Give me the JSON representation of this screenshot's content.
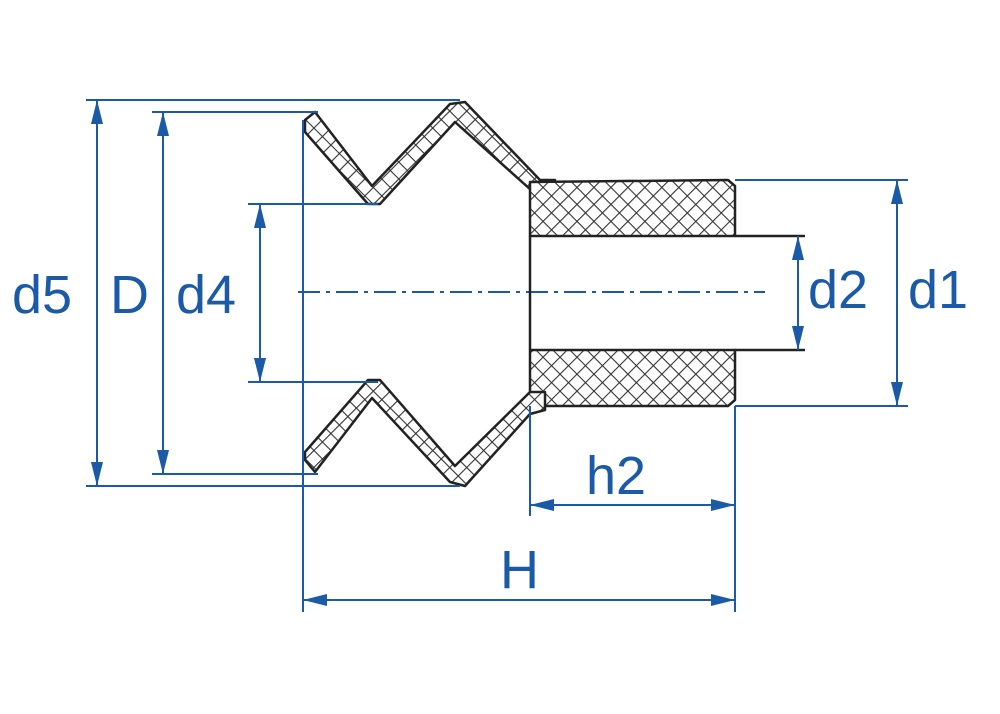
{
  "diagram": {
    "labels": {
      "d5": "d5",
      "D": "D",
      "d4": "d4",
      "d2": "d2",
      "d1": "d1",
      "h2": "h2",
      "H": "H"
    },
    "colors": {
      "dimension": "#1a5aa6",
      "outline": "#222222",
      "hatch": "#333333"
    }
  }
}
